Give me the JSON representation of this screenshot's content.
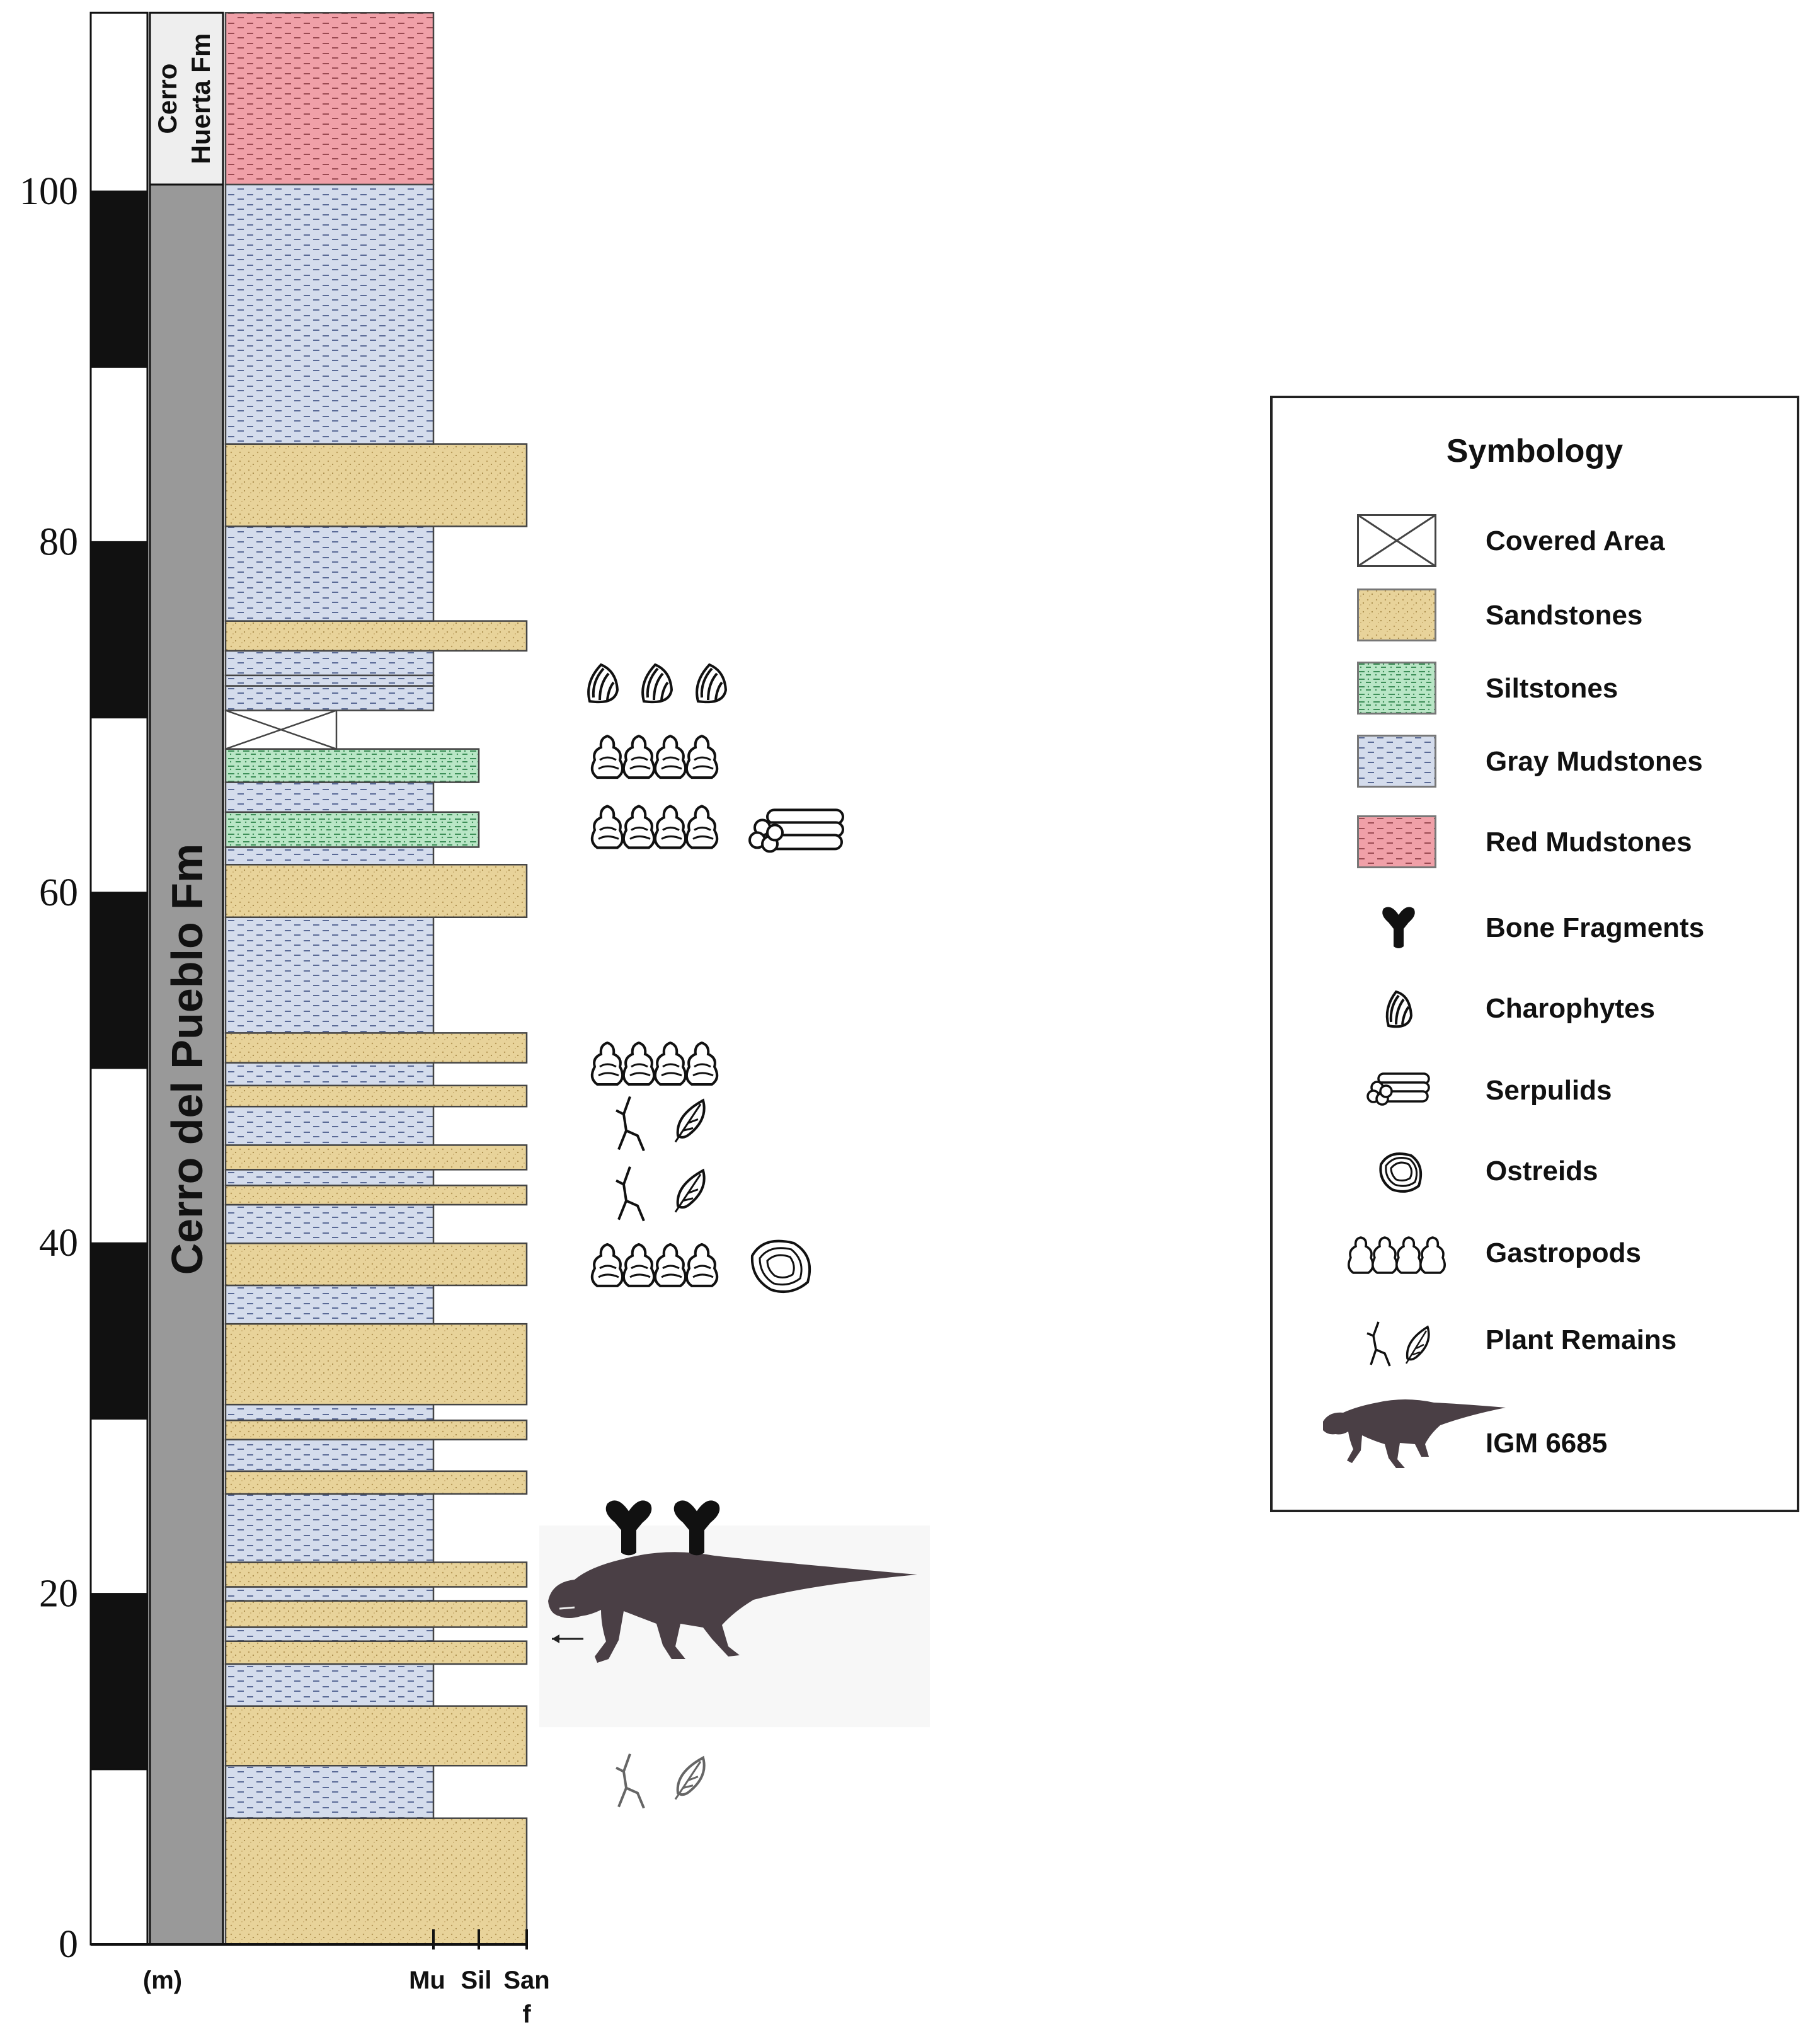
{
  "column": {
    "ticks": [
      "0",
      "20",
      "40",
      "60",
      "80",
      "100"
    ],
    "unit_label": "(m)",
    "grain_labels": [
      "Mu",
      "Sil",
      "San",
      "f"
    ],
    "formations": {
      "lower": "Cerro del Pueblo Fm",
      "upper_line1": "Cerro",
      "upper_line2": "Huerta Fm"
    },
    "layers": [
      {
        "from": 0,
        "to": 7.2,
        "type": "sandstone"
      },
      {
        "from": 7.2,
        "to": 10.2,
        "type": "gray-mudstone"
      },
      {
        "from": 10.2,
        "to": 13.6,
        "type": "sandstone"
      },
      {
        "from": 13.6,
        "to": 16,
        "type": "gray-mudstone"
      },
      {
        "from": 16,
        "to": 17.3,
        "type": "sandstone"
      },
      {
        "from": 17.3,
        "to": 18.1,
        "type": "gray-mudstone"
      },
      {
        "from": 18.1,
        "to": 19.6,
        "type": "sandstone"
      },
      {
        "from": 19.6,
        "to": 20.4,
        "type": "gray-mudstone"
      },
      {
        "from": 20.4,
        "to": 21.8,
        "type": "sandstone"
      },
      {
        "from": 21.8,
        "to": 25.7,
        "type": "gray-mudstone"
      },
      {
        "from": 25.7,
        "to": 27,
        "type": "sandstone"
      },
      {
        "from": 27,
        "to": 28.8,
        "type": "gray-mudstone"
      },
      {
        "from": 28.8,
        "to": 29.9,
        "type": "sandstone"
      },
      {
        "from": 29.9,
        "to": 30.8,
        "type": "gray-mudstone"
      },
      {
        "from": 30.8,
        "to": 35.4,
        "type": "sandstone"
      },
      {
        "from": 35.4,
        "to": 37.6,
        "type": "gray-mudstone"
      },
      {
        "from": 37.6,
        "to": 40,
        "type": "sandstone"
      },
      {
        "from": 40,
        "to": 42.2,
        "type": "gray-mudstone"
      },
      {
        "from": 42.2,
        "to": 43.3,
        "type": "sandstone"
      },
      {
        "from": 43.3,
        "to": 44.2,
        "type": "gray-mudstone"
      },
      {
        "from": 44.2,
        "to": 45.6,
        "type": "sandstone"
      },
      {
        "from": 45.6,
        "to": 47.8,
        "type": "gray-mudstone"
      },
      {
        "from": 47.8,
        "to": 49,
        "type": "sandstone"
      },
      {
        "from": 49,
        "to": 50.3,
        "type": "gray-mudstone"
      },
      {
        "from": 50.3,
        "to": 52,
        "type": "sandstone"
      },
      {
        "from": 52,
        "to": 58.6,
        "type": "gray-mudstone"
      },
      {
        "from": 58.6,
        "to": 61.6,
        "type": "sandstone"
      },
      {
        "from": 61.6,
        "to": 62.6,
        "type": "gray-mudstone"
      },
      {
        "from": 62.6,
        "to": 64.6,
        "type": "siltstone"
      },
      {
        "from": 64.6,
        "to": 66.3,
        "type": "gray-mudstone"
      },
      {
        "from": 66.3,
        "to": 68.2,
        "type": "siltstone"
      },
      {
        "from": 68.2,
        "to": 70.4,
        "type": "covered"
      },
      {
        "from": 70.4,
        "to": 71.8,
        "type": "gray-mudstone"
      },
      {
        "from": 71.8,
        "to": 72.4,
        "type": "gray-mudstone"
      },
      {
        "from": 72.4,
        "to": 73.8,
        "type": "gray-mudstone"
      },
      {
        "from": 73.8,
        "to": 75.5,
        "type": "sandstone"
      },
      {
        "from": 75.5,
        "to": 80.9,
        "type": "gray-mudstone"
      },
      {
        "from": 80.9,
        "to": 85.6,
        "type": "sandstone"
      },
      {
        "from": 85.6,
        "to": 100.4,
        "type": "gray-mudstone"
      },
      {
        "from": 100.4,
        "to": 110.2,
        "type": "red-mudstone"
      }
    ],
    "magnetostratigraphy": [
      {
        "from": 0,
        "to": 10,
        "polarity": "normal"
      },
      {
        "from": 10,
        "to": 20,
        "polarity": "reversed"
      },
      {
        "from": 20,
        "to": 30,
        "polarity": "normal"
      },
      {
        "from": 30,
        "to": 40,
        "polarity": "reversed"
      },
      {
        "from": 40,
        "to": 50,
        "polarity": "normal"
      },
      {
        "from": 50,
        "to": 60,
        "polarity": "reversed"
      },
      {
        "from": 60,
        "to": 70,
        "polarity": "normal"
      },
      {
        "from": 70,
        "to": 80,
        "polarity": "reversed"
      },
      {
        "from": 80,
        "to": 90,
        "polarity": "normal"
      },
      {
        "from": 90,
        "to": 100,
        "polarity": "reversed"
      },
      {
        "from": 100,
        "to": 110.2,
        "polarity": "normal"
      }
    ],
    "fossil_occurrences": [
      {
        "level": 9,
        "symbols": [
          "plant-remains"
        ]
      },
      {
        "level": 17,
        "symbols": [
          "IGM 6685"
        ]
      },
      {
        "level": 24,
        "symbols": [
          "bone-fragment",
          "bone-fragment"
        ]
      },
      {
        "level": 38.5,
        "symbols": [
          "gastropods",
          "ostreids"
        ]
      },
      {
        "level": 42.5,
        "symbols": [
          "plant-remains"
        ]
      },
      {
        "level": 46.5,
        "symbols": [
          "plant-remains"
        ]
      },
      {
        "level": 50,
        "symbols": [
          "gastropods"
        ]
      },
      {
        "level": 63.5,
        "symbols": [
          "gastropods",
          "serpulids"
        ]
      },
      {
        "level": 67.5,
        "symbols": [
          "gastropods"
        ]
      },
      {
        "level": 72,
        "symbols": [
          "charophytes",
          "charophytes",
          "charophytes"
        ]
      }
    ]
  },
  "legend": {
    "title": "Symbology",
    "items": [
      {
        "key": "covered",
        "label": "Covered Area"
      },
      {
        "key": "sandstone",
        "label": "Sandstones"
      },
      {
        "key": "siltstone",
        "label": "Siltstones"
      },
      {
        "key": "gray-mudstone",
        "label": "Gray Mudstones"
      },
      {
        "key": "red-mudstone",
        "label": "Red Mudstones"
      },
      {
        "key": "bone-fragment",
        "label": "Bone Fragments"
      },
      {
        "key": "charophytes",
        "label": "Charophytes"
      },
      {
        "key": "serpulids",
        "label": "Serpulids"
      },
      {
        "key": "ostreids",
        "label": "Ostreids"
      },
      {
        "key": "gastropods",
        "label": "Gastropods"
      },
      {
        "key": "plant-remains",
        "label": "Plant Remains"
      },
      {
        "key": "specimen",
        "label": "IGM 6685"
      }
    ]
  },
  "colors": {
    "sandstone": "#e8d39a",
    "siltstone": "#b9e6c6",
    "gray-mudstone": "#d4dcec",
    "red-mudstone": "#f0a0a8",
    "formation-bar": "#999999",
    "dinosaur": "#4a3f45"
  }
}
